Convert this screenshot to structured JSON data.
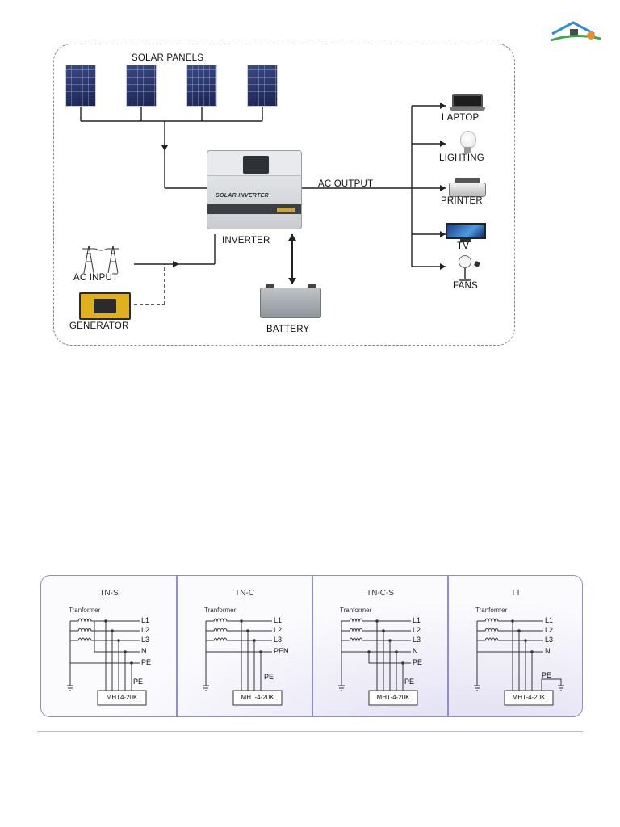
{
  "system_diagram": {
    "solar_panels_label": "SOLAR PANELS",
    "inverter_label": "INVERTER",
    "inverter_device_text": "SOLAR INVERTER",
    "ac_output_label": "AC OUTPUT",
    "ac_input_label": "AC INPUT",
    "generator_label": "GENERATOR",
    "battery_label": "BATTERY",
    "devices": [
      "LAPTOP",
      "LIGHTING",
      "PRINTER",
      "TV",
      "FANS"
    ]
  },
  "earthing_systems": [
    {
      "title": "TN-S",
      "transformer": "Tranformer",
      "lines": [
        "L1",
        "L2",
        "L3",
        "N",
        "PE"
      ],
      "pe_label": "PE",
      "device": "MHT4-20K"
    },
    {
      "title": "TN-C",
      "transformer": "Tranformer",
      "lines": [
        "L1",
        "L2",
        "L3",
        "PEN"
      ],
      "pe_label": "PE",
      "device": "MHT-4-20K"
    },
    {
      "title": "TN-C-S",
      "transformer": "Tranformer",
      "lines": [
        "L1",
        "L2",
        "L3",
        "N",
        "PE"
      ],
      "pe_label": "PE",
      "device": "MHT-4-20K"
    },
    {
      "title": "TT",
      "transformer": "Tranformer",
      "lines": [
        "L1",
        "L2",
        "L3",
        "N"
      ],
      "pe_label": "PE",
      "device": "MHT-4-20K"
    }
  ],
  "colors": {
    "wire": "#222222",
    "border_dashed": "#8a8a8a",
    "panel_border": "#8f8fc8"
  }
}
